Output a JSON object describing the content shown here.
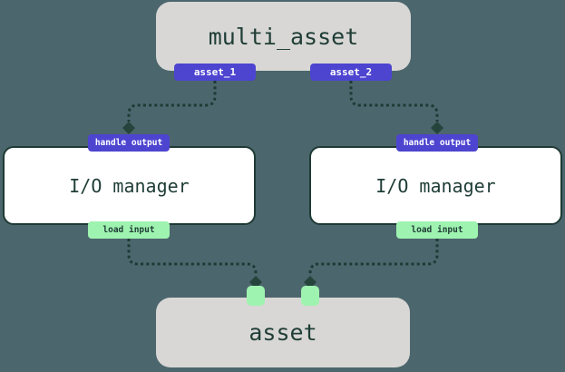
{
  "diagram": {
    "nodes": {
      "multi_asset": {
        "label": "multi_asset"
      },
      "io_manager_left": {
        "label": "I/O manager"
      },
      "io_manager_right": {
        "label": "I/O manager"
      },
      "asset": {
        "label": "asset"
      }
    },
    "ports": {
      "asset_1": {
        "label": "asset_1"
      },
      "asset_2": {
        "label": "asset_2"
      },
      "handle_output_left": {
        "label": "handle output"
      },
      "handle_output_right": {
        "label": "handle output"
      },
      "load_input_left": {
        "label": "load input"
      },
      "load_input_right": {
        "label": "load input"
      }
    },
    "edges": [
      {
        "from": "asset_1",
        "to": "handle_output_left"
      },
      {
        "from": "asset_2",
        "to": "handle_output_right"
      },
      {
        "from": "load_input_left",
        "to": "asset"
      },
      {
        "from": "load_input_right",
        "to": "asset"
      }
    ],
    "colors": {
      "background": "#4c666d",
      "node_gray": "#d8d7d5",
      "node_white": "#ffffff",
      "outline": "#1e3a34",
      "badge_purple": "#4d44d0",
      "badge_mint": "#9ff3b0",
      "text_dark": "#1f3d36",
      "text_light": "#ffffff"
    }
  }
}
